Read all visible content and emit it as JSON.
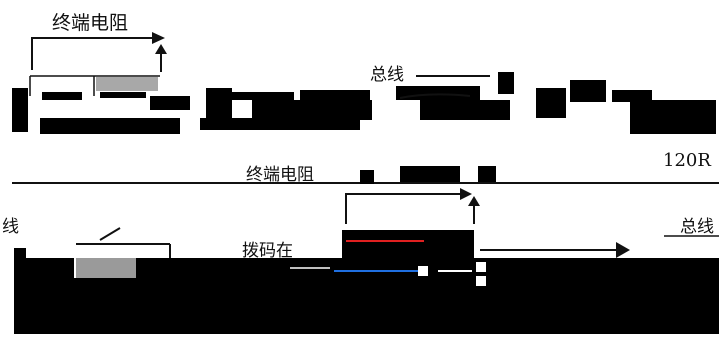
{
  "labels": {
    "terminal_resistor_top": "终端电阻",
    "bus_top": "总线",
    "terminal_resistor_mid": "终端电阻",
    "resistor_value": "120R",
    "bus_right": "总线",
    "dip_switch": "拨码在",
    "bus_left": "线"
  },
  "colors": {
    "background": "#ffffff",
    "mask": "#000000",
    "line": "#111111",
    "switch_red": "#e02020",
    "switch_blue": "#1f6fe0",
    "connector_grey": "#9a9a9a"
  }
}
